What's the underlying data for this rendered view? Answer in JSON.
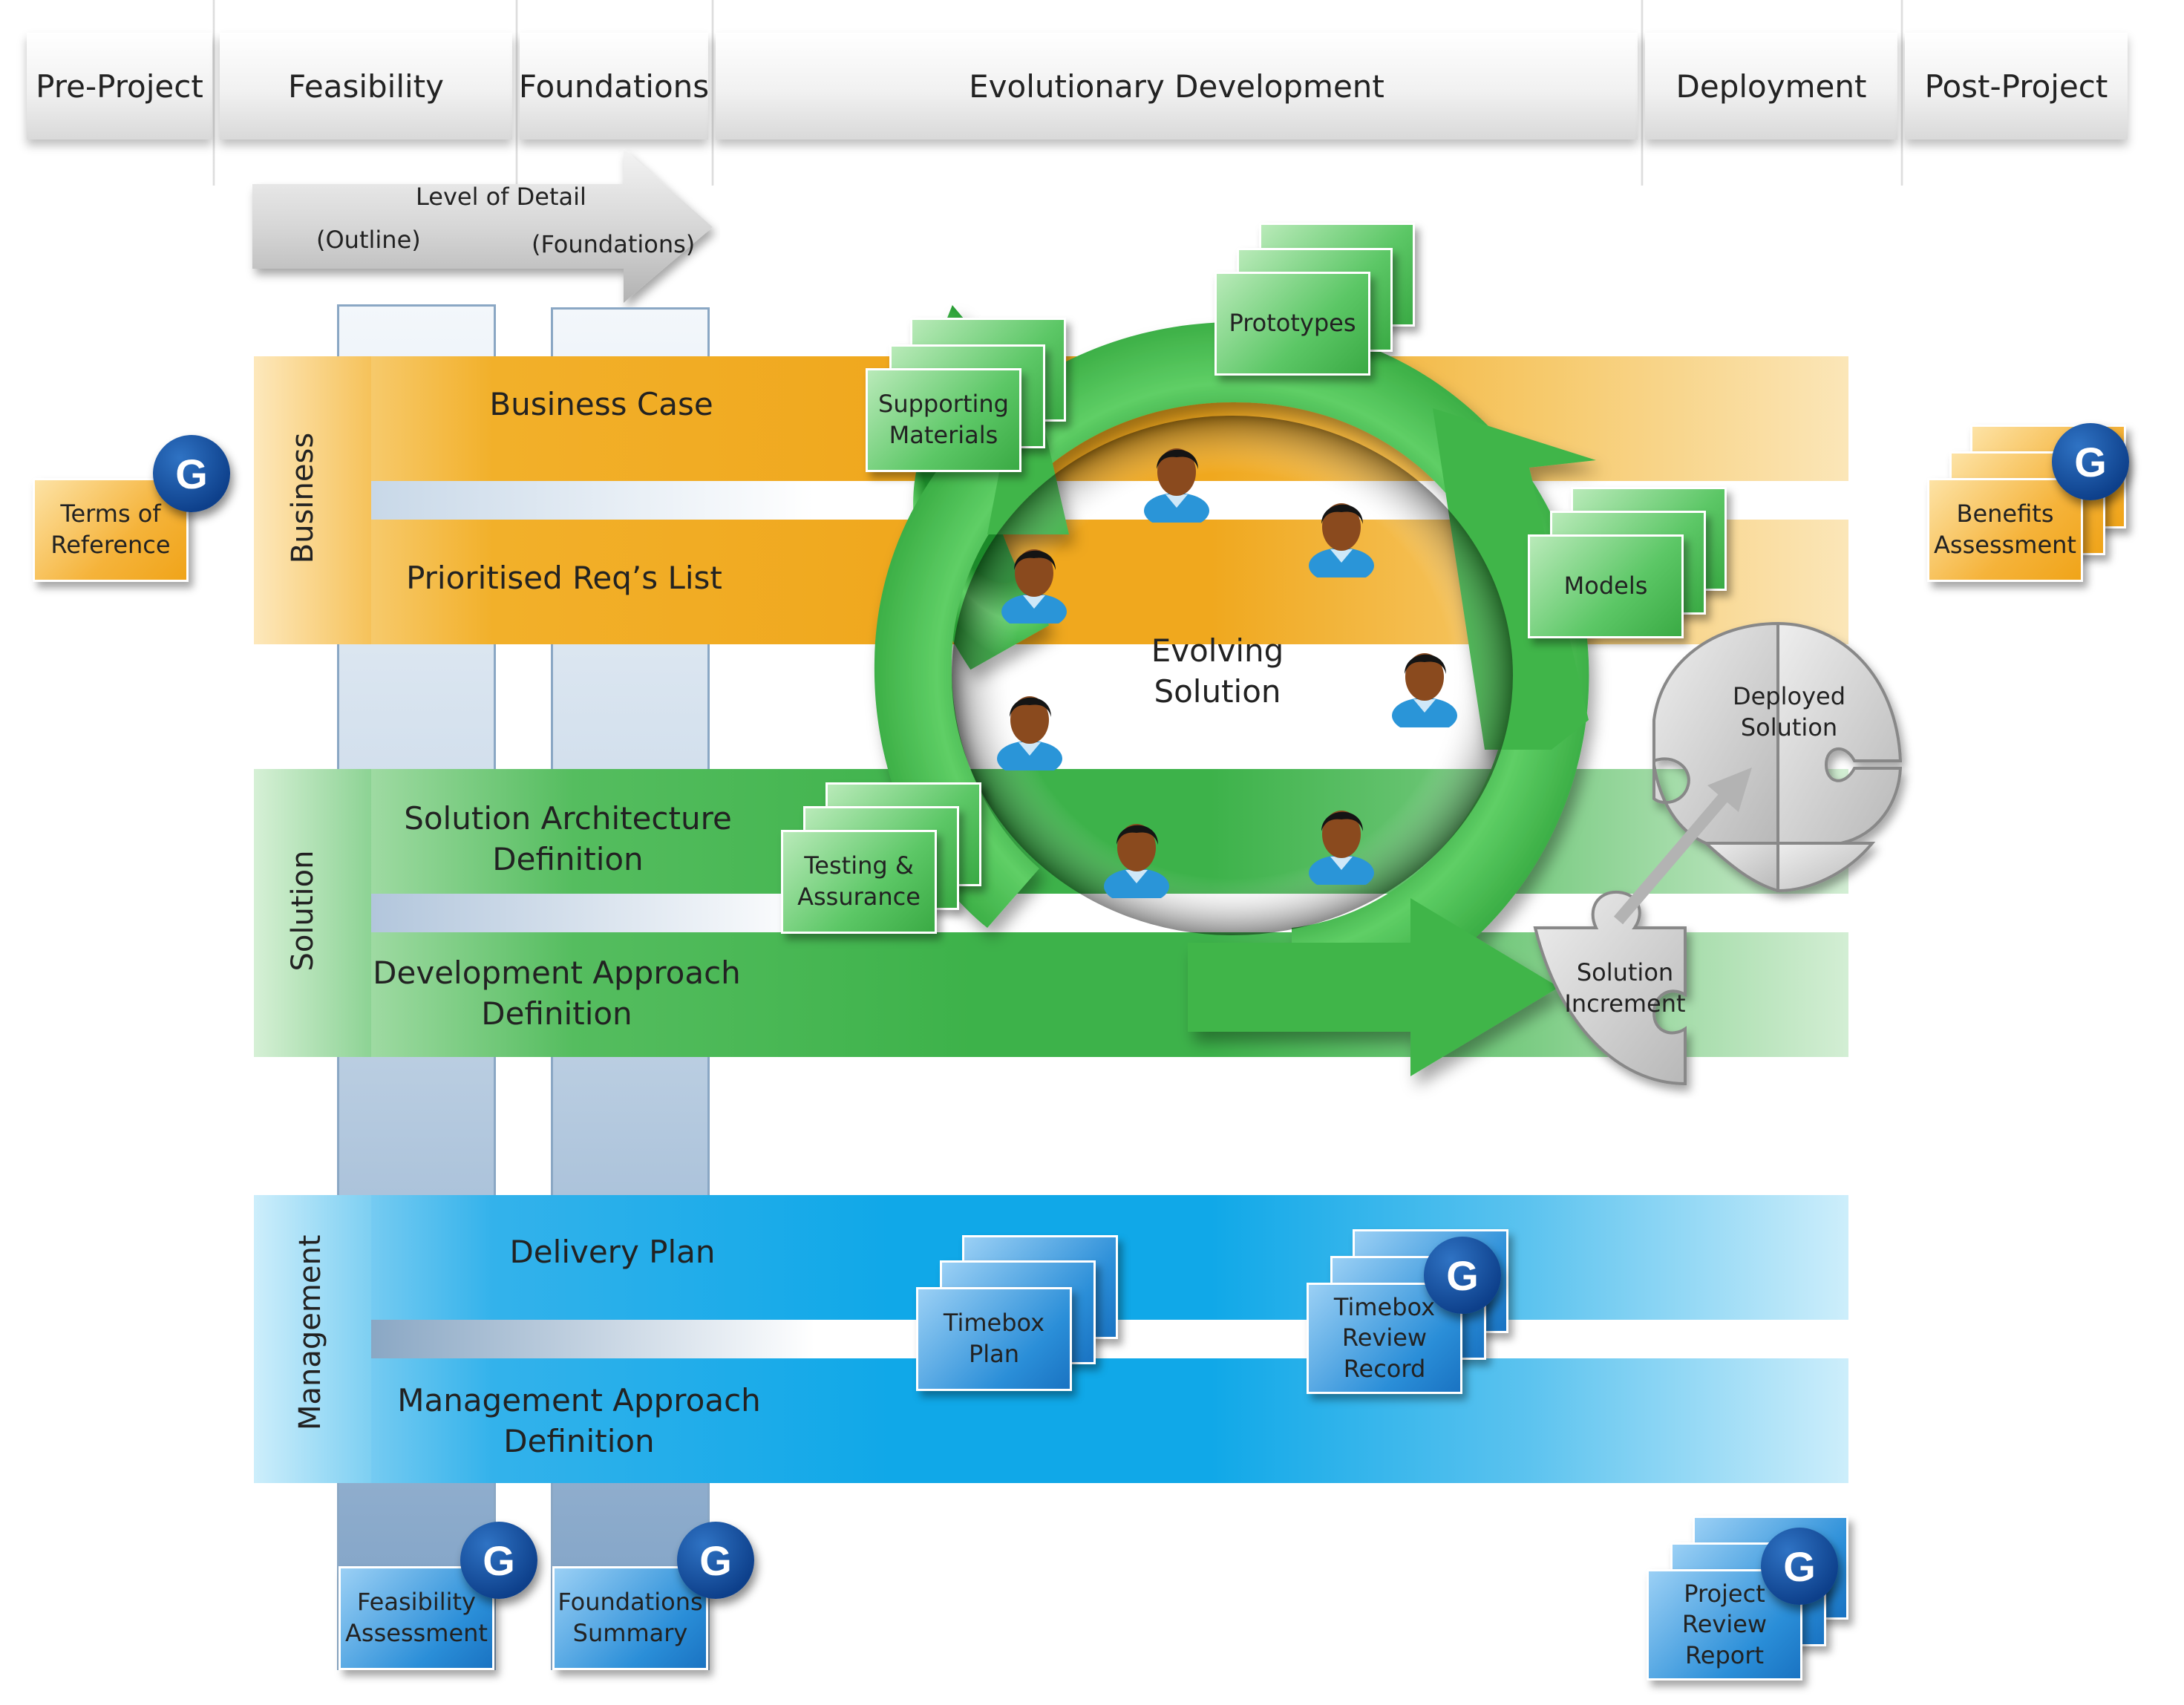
{
  "phases": [
    "Pre-Project",
    "Feasibility",
    "Foundations",
    "Evolutionary Development",
    "Deployment",
    "Post-Project"
  ],
  "detail_arrow": {
    "title": "Level of Detail",
    "left": "(Outline)",
    "right": "(Foundations)"
  },
  "bands": {
    "business": {
      "side_label": "Business",
      "rows": [
        "Business Case",
        "Prioritised Req’s List"
      ]
    },
    "solution": {
      "side_label": "Solution",
      "rows": [
        "Solution Architecture Definition",
        "Development Approach Definition"
      ]
    },
    "management": {
      "side_label": "Management",
      "rows": [
        "Delivery Plan",
        "Management Approach Definition"
      ]
    }
  },
  "cycle": {
    "center_label": "Evolving Solution"
  },
  "documents": {
    "terms_of_reference": "Terms of Reference",
    "supporting_materials": "Supporting Materials",
    "prototypes": "Prototypes",
    "models": "Models",
    "testing_assurance": "Testing & Assurance",
    "benefits_assessment": "Benefits Assessment",
    "timebox_plan": "Timebox Plan",
    "timebox_review_record": "Timebox Review Record",
    "feasibility_assessment": "Feasibility Assessment",
    "foundations_summary": "Foundations Summary",
    "project_review_report": "Project Review Report"
  },
  "puzzle": {
    "deployed": "Deployed Solution",
    "increment": "Solution Increment"
  },
  "gate_letter": "G",
  "colors": {
    "business": "#f0a81e",
    "solution": "#3db24a",
    "management": "#10a8e8",
    "gate": "#0d3f8a",
    "cycle": "#2fa83a"
  }
}
